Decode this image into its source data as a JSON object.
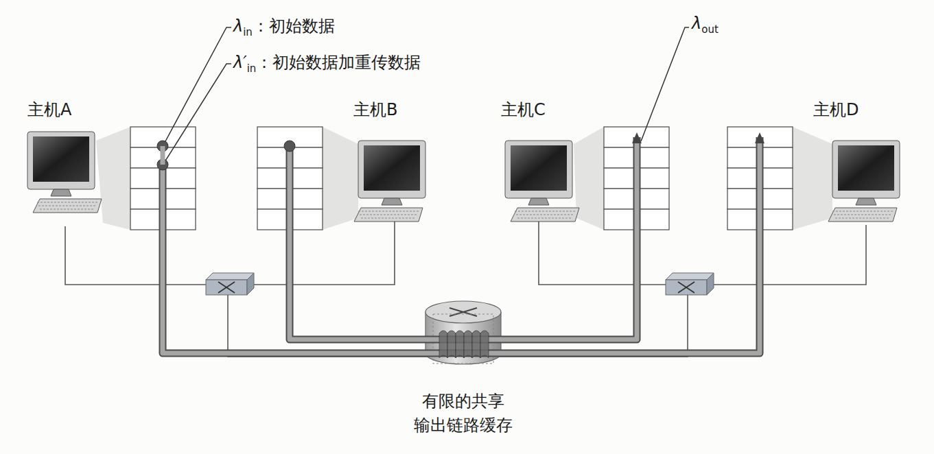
{
  "diagram": {
    "nodes": [
      {
        "text": [
          "主机A"
        ]
      },
      {
        "text": [
          "主机B"
        ]
      },
      {
        "text": [
          "主机C"
        ]
      },
      {
        "text": [
          "主机D"
        ]
      },
      {
        "text": [
          "有限的共享 输出链路缓存"
        ]
      }
    ],
    "edges": [
      {
        "from": 0,
        "to": 3,
        "arrow": "to"
      },
      {
        "from": 1,
        "to": 2,
        "arrow": "to"
      }
    ],
    "labels": [
      "λ",
      "in",
      "：初始数据",
      "λ′",
      "in",
      "：初始数据加重传数据",
      "λ",
      "out"
    ]
  }
}
